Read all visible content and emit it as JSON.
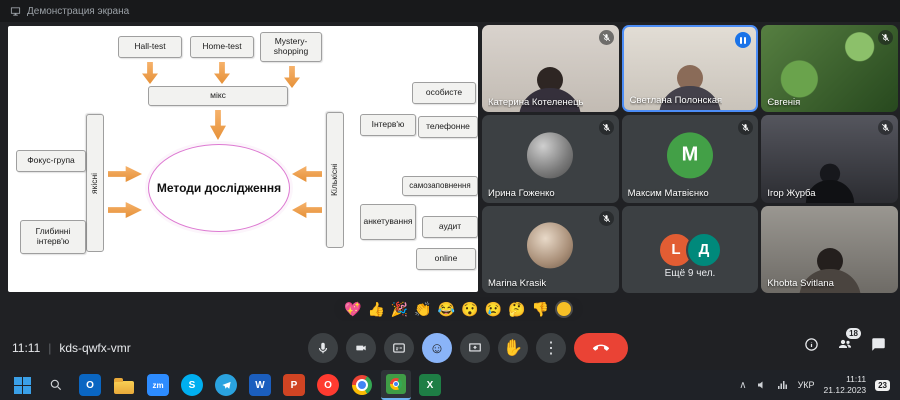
{
  "top_bar": {
    "notice": "Демонстрация экрана"
  },
  "diagram": {
    "title": "Методи дослідження",
    "hall_test": "Hall-test",
    "home_test": "Home-test",
    "mystery": "Mystery-shopping",
    "miks": "мікс",
    "yakisni": "якісні",
    "fokus": "Фокус-група",
    "hlybynni": "Глибинні інтерв'ю",
    "kilkisni": "Кількісні",
    "interview": "Інтерв'ю",
    "osobyste": "особисте",
    "telefonne": "телефонне",
    "samozapovnennia": "самозаповнення",
    "anketuvannia": "анкетування",
    "audyt": "аудит",
    "online": "online"
  },
  "participants": [
    {
      "name": "Катерина Котеленець",
      "muted": true
    },
    {
      "name": "Светлана Полонская",
      "speaking": true
    },
    {
      "name": "Євгенія",
      "muted": true
    },
    {
      "name": "Ирина Гоженко",
      "muted": true
    },
    {
      "name": "Максим Матвієнко",
      "initial": "M",
      "muted": true
    },
    {
      "name": "Ігор Журба",
      "muted": true
    },
    {
      "name": "Marina Krasik",
      "muted": true
    },
    {
      "name": "Ещё 9 чел.",
      "avatars": [
        "L",
        "Д"
      ]
    },
    {
      "name": "Khobta Svitlana"
    }
  ],
  "reactions": [
    "💖",
    "👍",
    "🎉",
    "👏",
    "😂",
    "😯",
    "😢",
    "🤔",
    "👎"
  ],
  "meeting_bar": {
    "time": "11:11",
    "separator": "|",
    "code": "kds-qwfx-vmr",
    "people_count": "18"
  },
  "taskbar": {
    "glyphs": {
      "outlook": "O",
      "zoom": "zm",
      "skype": "S",
      "word": "W",
      "powerpoint": "P",
      "opera": "O",
      "excel": "X"
    },
    "tray": {
      "hidden_icons": "∧",
      "language": "УКР",
      "time": "11:11",
      "date": "21.12.2023",
      "notifications": "23"
    }
  },
  "colors": {
    "accent_blue": "#8ab4f8",
    "end_call_red": "#ea4335",
    "active_border": "#4c8df6",
    "arrow_orange": "#e69138",
    "ellipse_pink": "#dd7ad2"
  }
}
